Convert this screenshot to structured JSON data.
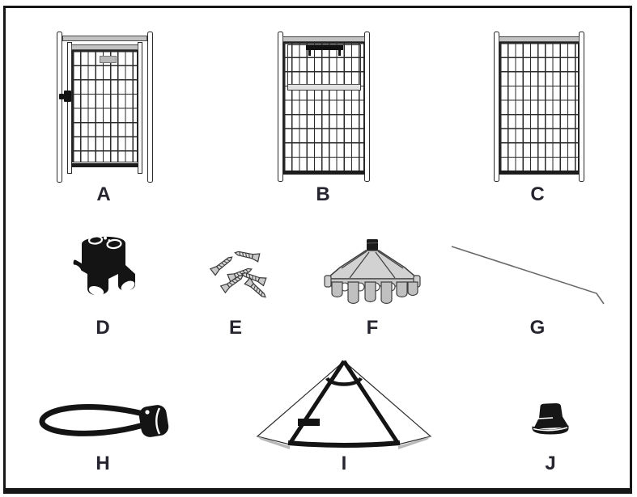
{
  "diagram": {
    "type": "parts-identification",
    "parts": [
      {
        "label": "A",
        "name": "gate-panel"
      },
      {
        "label": "B",
        "name": "door-panel"
      },
      {
        "label": "C",
        "name": "mesh-panel"
      },
      {
        "label": "D",
        "name": "corner-connector"
      },
      {
        "label": "E",
        "name": "screws"
      },
      {
        "label": "F",
        "name": "roof-hub"
      },
      {
        "label": "G",
        "name": "roof-pole"
      },
      {
        "label": "H",
        "name": "bungee-ball-tie"
      },
      {
        "label": "I",
        "name": "canopy-cover"
      },
      {
        "label": "J",
        "name": "pole-cap"
      }
    ]
  },
  "colors": {
    "frame_border": "#161616",
    "metal_gray": "#c2c2c2",
    "line": "#2a2a2a",
    "label_text": "#26252f"
  }
}
